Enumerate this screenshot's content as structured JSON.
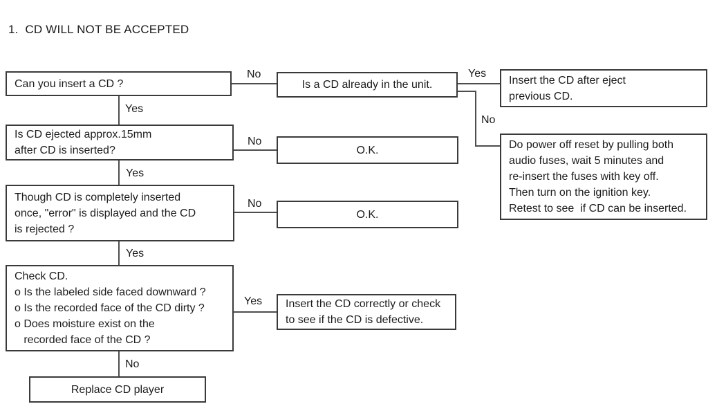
{
  "page": {
    "title": "1.  CD WILL NOT BE ACCEPTED",
    "background_color": "#ffffff",
    "line_color": "#4d4d4d",
    "border_color": "#3a3a3a"
  },
  "chart_data": {
    "type": "flowchart",
    "title": "1.  CD WILL NOT BE ACCEPTED",
    "edges": [
      {
        "from": "can_insert",
        "label": "No",
        "to": "already_in_unit"
      },
      {
        "from": "can_insert",
        "label": "Yes",
        "to": "ejected_15mm"
      },
      {
        "from": "already_in_unit",
        "label": "Yes",
        "to": "insert_after_eject"
      },
      {
        "from": "already_in_unit",
        "label": "No",
        "to": "power_off_reset"
      },
      {
        "from": "ejected_15mm",
        "label": "No",
        "to": "ok_1"
      },
      {
        "from": "ejected_15mm",
        "label": "Yes",
        "to": "error_displayed"
      },
      {
        "from": "error_displayed",
        "label": "No",
        "to": "ok_2"
      },
      {
        "from": "error_displayed",
        "label": "Yes",
        "to": "check_cd"
      },
      {
        "from": "check_cd",
        "label": "Yes",
        "to": "insert_correctly"
      },
      {
        "from": "check_cd",
        "label": "No",
        "to": "replace_player"
      }
    ]
  },
  "boxes": {
    "can_insert": {
      "lines": [
        "Can you insert a CD ?"
      ]
    },
    "already_in_unit": {
      "lines": [
        "Is a CD already in the unit."
      ]
    },
    "insert_after_eject": {
      "lines": [
        "Insert the CD after eject",
        "previous CD."
      ]
    },
    "power_off_reset": {
      "lines": [
        "Do power off reset by pulling both",
        "audio fuses, wait 5 minutes and",
        "re-insert the fuses with key off.",
        "Then turn on the ignition key.",
        "Retest to see  if CD can be inserted."
      ]
    },
    "ejected_15mm": {
      "lines": [
        "Is CD ejected approx.15mm",
        "after CD is inserted?"
      ]
    },
    "ok_1": {
      "lines": [
        "O.K."
      ]
    },
    "error_displayed": {
      "lines": [
        "Though CD is completely inserted",
        "once, \"error\" is displayed and the CD",
        "is rejected ?"
      ]
    },
    "ok_2": {
      "lines": [
        "O.K."
      ]
    },
    "check_cd": {
      "lines": [
        "Check CD.",
        "o Is the labeled side faced downward ?",
        "o Is the recorded face of the CD dirty ?",
        "o Does moisture exist on the",
        "   recorded face of the CD ?"
      ]
    },
    "insert_correctly": {
      "lines": [
        "Insert the CD correctly or check",
        "to see if the CD is defective."
      ]
    },
    "replace_player": {
      "lines": [
        "Replace CD player"
      ]
    }
  },
  "labels": {
    "no_1": "No",
    "yes_1": "Yes",
    "yes_2": "Yes",
    "no_2": "No",
    "no_3": "No",
    "yes_3": "Yes",
    "no_4": "No",
    "yes_4": "Yes",
    "yes_5": "Yes",
    "no_5": "No"
  }
}
